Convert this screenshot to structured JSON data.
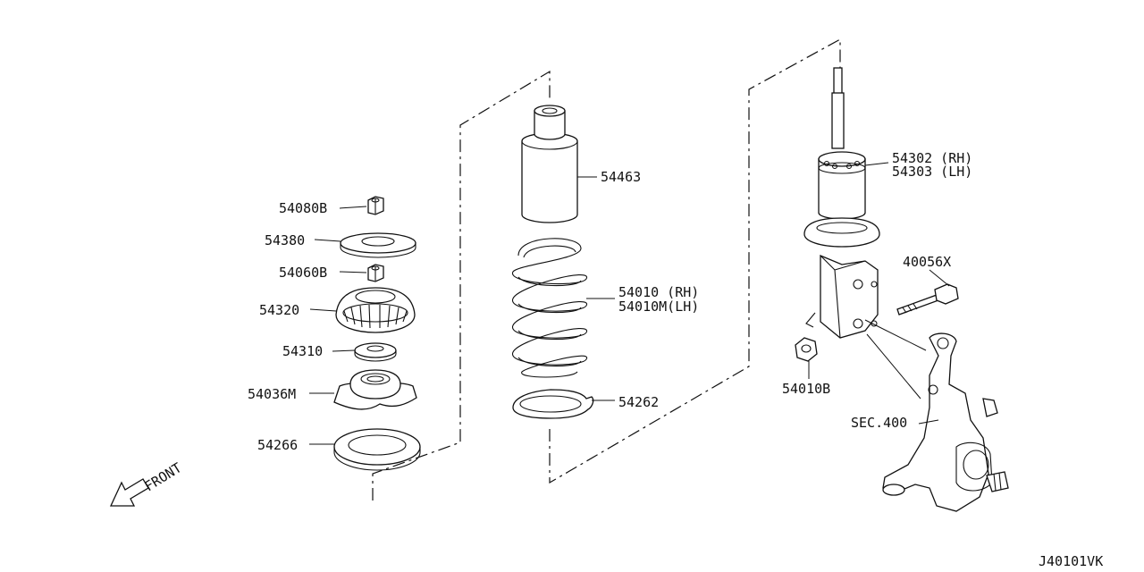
{
  "diagram": {
    "drawing_code": "J40101VK",
    "front_label": "FRONT",
    "parts": {
      "p54080B": "54080B",
      "p54380": "54380",
      "p54060B": "54060B",
      "p54320": "54320",
      "p54310": "54310",
      "p54036M": "54036M",
      "p54266": "54266",
      "p54463": "54463",
      "p54010_rh": "54010 (RH)",
      "p54010M_lh": "54010M(LH)",
      "p54262": "54262",
      "p54302_rh": "54302 (RH)",
      "p54303_lh": "54303 (LH)",
      "p40056X": "40056X",
      "p54010B": "54010B",
      "sec400": "SEC.400"
    }
  }
}
